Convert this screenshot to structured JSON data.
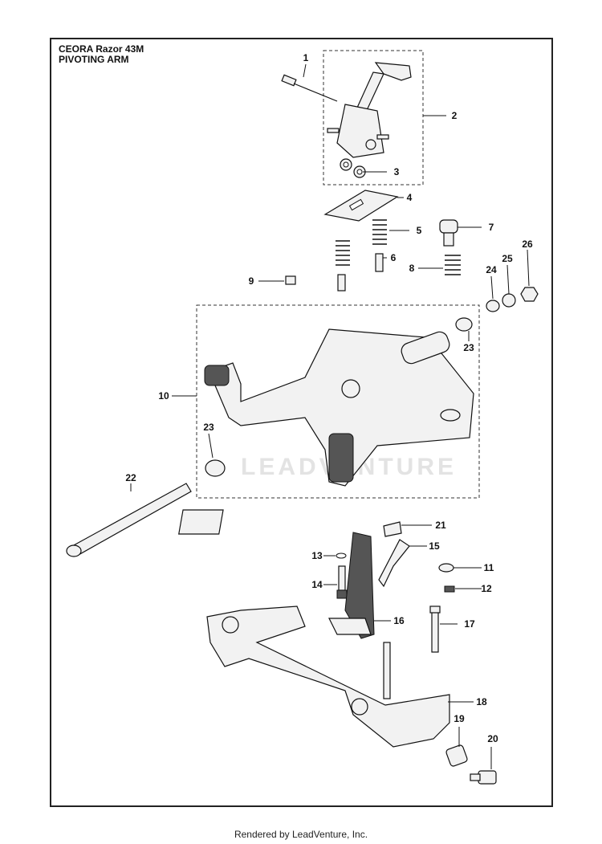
{
  "title": {
    "model": "CEORA Razor 43M",
    "section": "PIVOTING ARM"
  },
  "watermark": "LEADVENTURE",
  "footer": "Rendered by LeadVenture, Inc.",
  "callouts": [
    "1",
    "2",
    "3",
    "4",
    "5",
    "6",
    "7",
    "8",
    "9",
    "10",
    "11",
    "12",
    "13",
    "14",
    "15",
    "16",
    "17",
    "18",
    "19",
    "20",
    "21",
    "22",
    "23",
    "23",
    "24",
    "25",
    "26"
  ]
}
